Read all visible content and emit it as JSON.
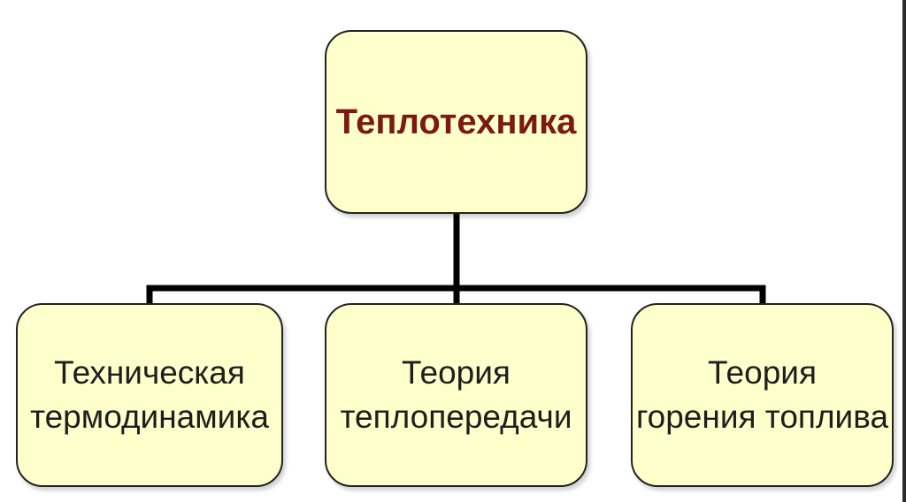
{
  "diagram": {
    "root": {
      "label": "Теплотехника"
    },
    "children": [
      {
        "label": "Техническая\nтермодинамика"
      },
      {
        "label": "Теория\nтеплопередачи"
      },
      {
        "label": "Теория\nгорения топлива"
      }
    ]
  },
  "colors": {
    "node_fill": "#ffffcc",
    "node_border": "#222222",
    "root_text": "#7a1a12",
    "child_text": "#1e1e1e",
    "connector": "#000000"
  }
}
